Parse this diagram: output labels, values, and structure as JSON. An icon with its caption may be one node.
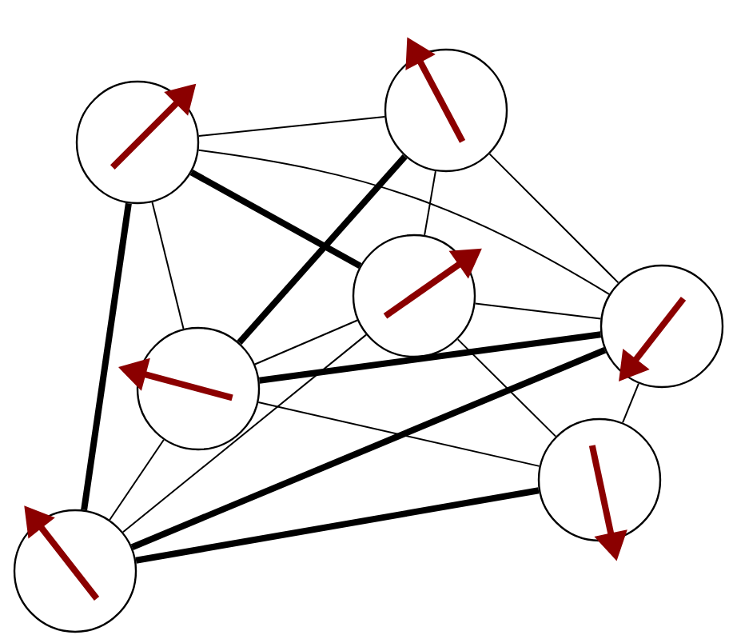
{
  "diagram": {
    "nodes": [
      {
        "text": [],
        "shape": "circle"
      },
      {
        "text": [],
        "shape": "circle"
      },
      {
        "text": [],
        "shape": "circle"
      },
      {
        "text": [],
        "shape": "circle"
      },
      {
        "text": [],
        "shape": "circle"
      },
      {
        "text": [],
        "shape": "circle"
      },
      {
        "text": [],
        "shape": "circle"
      }
    ],
    "edges": [
      {
        "from": 0,
        "to": 1,
        "arrow": "none"
      },
      {
        "from": 0,
        "to": 2,
        "arrow": "none",
        "style": "thick"
      },
      {
        "from": 0,
        "to": 3,
        "arrow": "none"
      },
      {
        "from": 0,
        "to": 4,
        "arrow": "none"
      },
      {
        "from": 0,
        "to": 6,
        "arrow": "none",
        "style": "thick"
      },
      {
        "from": 1,
        "to": 2,
        "arrow": "none"
      },
      {
        "from": 1,
        "to": 3,
        "arrow": "none"
      },
      {
        "from": 1,
        "to": 4,
        "arrow": "none",
        "style": "thick"
      },
      {
        "from": 2,
        "to": 3,
        "arrow": "none"
      },
      {
        "from": 2,
        "to": 4,
        "arrow": "none"
      },
      {
        "from": 2,
        "to": 5,
        "arrow": "none"
      },
      {
        "from": 2,
        "to": 6,
        "arrow": "none"
      },
      {
        "from": 4,
        "to": 3,
        "arrow": "none",
        "style": "thick"
      },
      {
        "from": 4,
        "to": 5,
        "arrow": "none"
      },
      {
        "from": 4,
        "to": 6,
        "arrow": "none"
      },
      {
        "from": 3,
        "to": 5,
        "arrow": "none"
      },
      {
        "from": 3,
        "to": 6,
        "arrow": "none",
        "style": "thick"
      },
      {
        "from": 5,
        "to": 6,
        "arrow": "none",
        "style": "thick"
      }
    ]
  }
}
